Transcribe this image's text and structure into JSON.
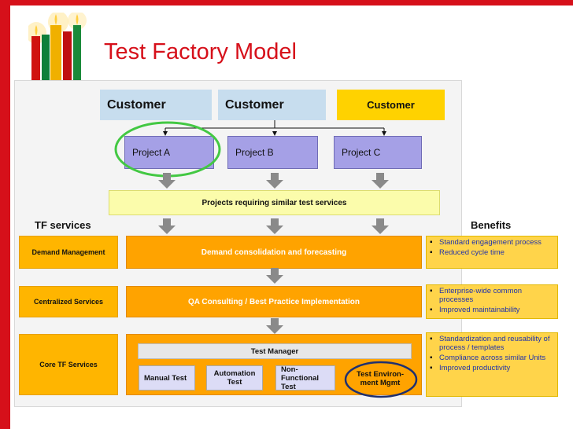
{
  "title": "Test Factory Model",
  "customers": [
    "Customer",
    "Customer",
    "Customer"
  ],
  "projects": [
    "Project A",
    "Project B",
    "Project C"
  ],
  "projects_band": "Projects requiring similar test services",
  "tf_services_label": "TF services",
  "benefits_label": "Benefits",
  "rows": [
    {
      "left": "Demand Management",
      "center": "Demand consolidation and forecasting"
    },
    {
      "left": "Centralized Services",
      "center": "QA Consulting / Best Practice Implementation"
    },
    {
      "left": "Core TF Services",
      "center": "Test Manager"
    }
  ],
  "core_items": [
    "Manual Test",
    "Automation Test",
    "Non-Functional Test",
    "Test Environ-ment Mgmt"
  ],
  "benefits": [
    [
      "Standard engagement process",
      "Reduced cycle time"
    ],
    [
      "Enterprise-wide common processes",
      "Improved maintainability"
    ],
    [
      "Standardization and reusability of process / templates",
      "Compliance across similar Units",
      "Improved productivity"
    ]
  ],
  "colors": {
    "accent": "#d6101a",
    "customer_blue": "#c7ddee",
    "customer_gold": "#ffd200",
    "project_purple": "#a5a0e6",
    "service_orange": "#ffa300",
    "highlight_green": "#43c843",
    "highlight_navy": "#1f3070"
  }
}
